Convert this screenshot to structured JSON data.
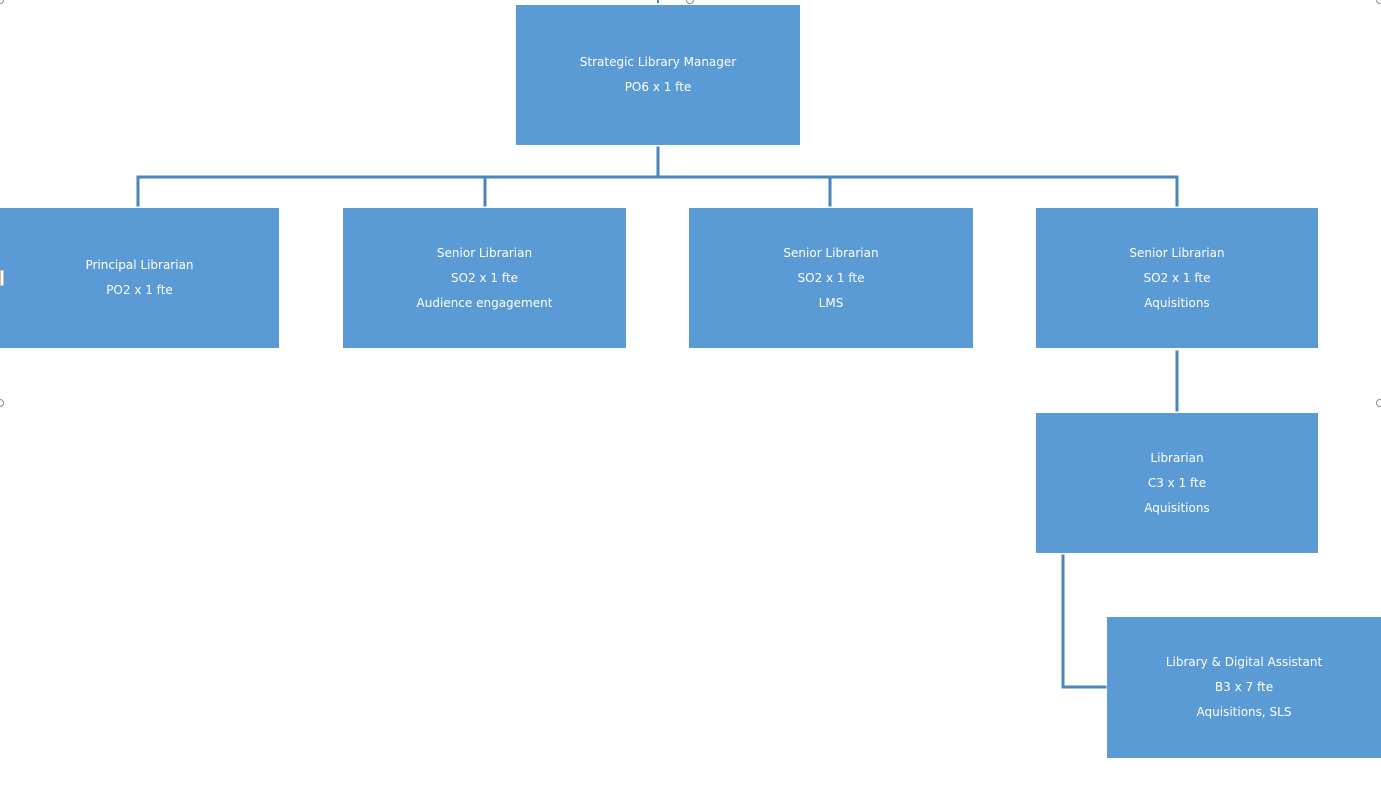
{
  "org_chart": {
    "root": {
      "title": "Strategic Library Manager",
      "grade": "PO6 x 1 fte"
    },
    "principal": {
      "title": "Principal Librarian",
      "grade": "PO2 x 1 fte"
    },
    "senior_audience": {
      "title": "Senior Librarian",
      "grade": "SO2 x 1 fte",
      "area": "Audience engagement"
    },
    "senior_lms": {
      "title": "Senior Librarian",
      "grade": "SO2 x 1 fte",
      "area": "LMS"
    },
    "senior_acq": {
      "title": "Senior Librarian",
      "grade": "SO2 x 1 fte",
      "area": "Aquisitions"
    },
    "librarian": {
      "title": "Librarian",
      "grade": "C3 x 1 fte",
      "area": "Aquisitions"
    },
    "assistant": {
      "title": "Library & Digital Assistant",
      "grade": "B3 x 7 fte",
      "area": "Aquisitions, SLS"
    }
  },
  "colors": {
    "box_fill": "#5b9bd5",
    "connector": "#4a86bd",
    "text": "#ffffff"
  }
}
